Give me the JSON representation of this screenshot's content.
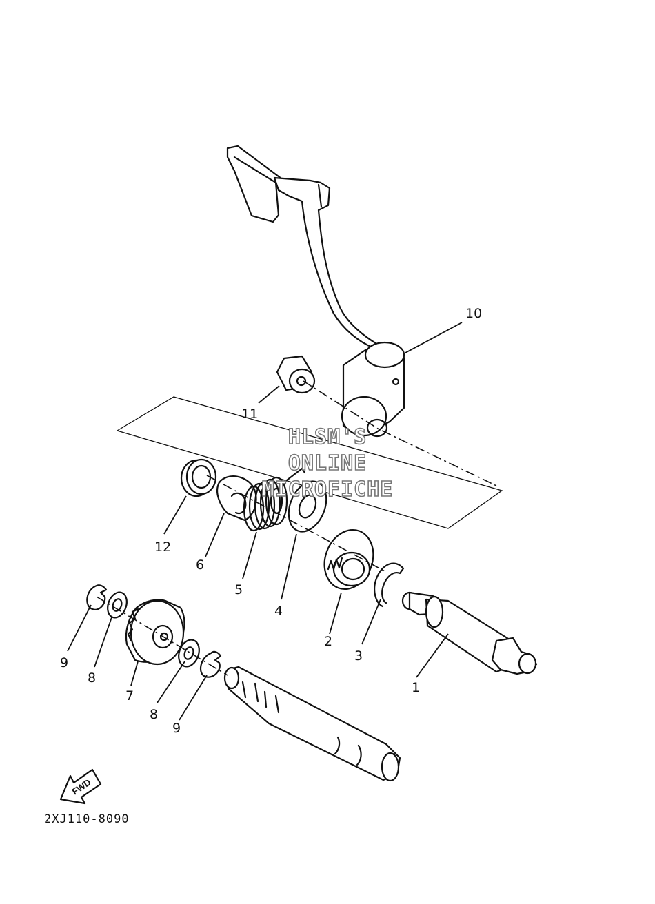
{
  "callouts": [
    "1",
    "2",
    "3",
    "4",
    "5",
    "6",
    "7",
    "8",
    "9",
    "10",
    "11",
    "12"
  ],
  "watermark": {
    "line1": "HLSM'S",
    "line2": "ONLINE",
    "line3": "MICROFICHE"
  },
  "direction_label": "FWD",
  "diagram_code": "2XJ110-8090"
}
